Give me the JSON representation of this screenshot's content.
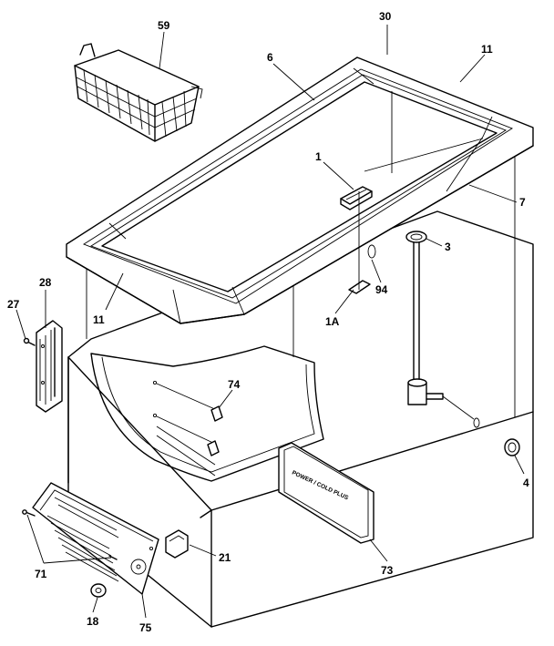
{
  "diagram": {
    "callouts": {
      "c30": "30",
      "c59": "59",
      "c11_top": "11",
      "c6": "6",
      "c1": "1",
      "c7": "7",
      "c3": "3",
      "c94": "94",
      "c1A": "1A",
      "c28": "28",
      "c27": "27",
      "c11_left": "11",
      "c74": "74",
      "c4": "4",
      "c73": "73",
      "c21": "21",
      "c71": "71",
      "c18": "18",
      "c75": "75"
    },
    "nameplate_text": "POWER / COLD PLUS"
  }
}
